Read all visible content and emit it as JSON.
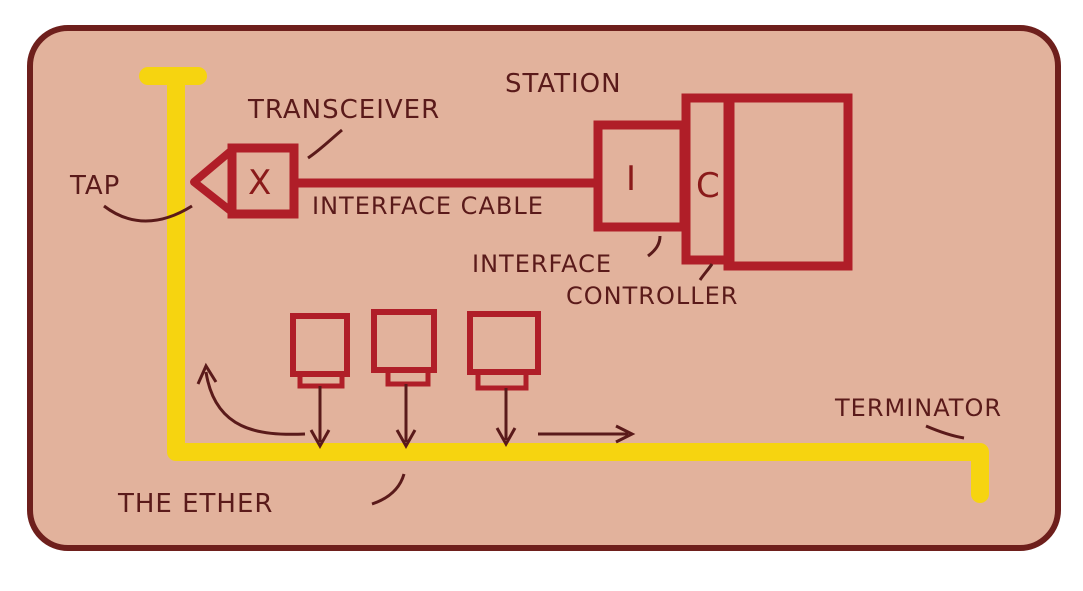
{
  "diagram": {
    "labels": {
      "station": "STATION",
      "transceiver": "TRANSCEIVER",
      "tap": "TAP",
      "interface_cable": "INTERFACE CABLE",
      "interface": "INTERFACE",
      "controller": "CONTROLLER",
      "terminator": "TERMINATOR",
      "ether": "THE ETHER",
      "transceiver_glyph": "X",
      "interface_glyph": "I",
      "controller_glyph": "C"
    },
    "colors": {
      "card_background": "#e2b29c",
      "card_border": "#6e1f1c",
      "ether_cable": "#f6d410",
      "station_ink": "#b01e28",
      "annotation_ink": "#5a1a1a"
    }
  }
}
